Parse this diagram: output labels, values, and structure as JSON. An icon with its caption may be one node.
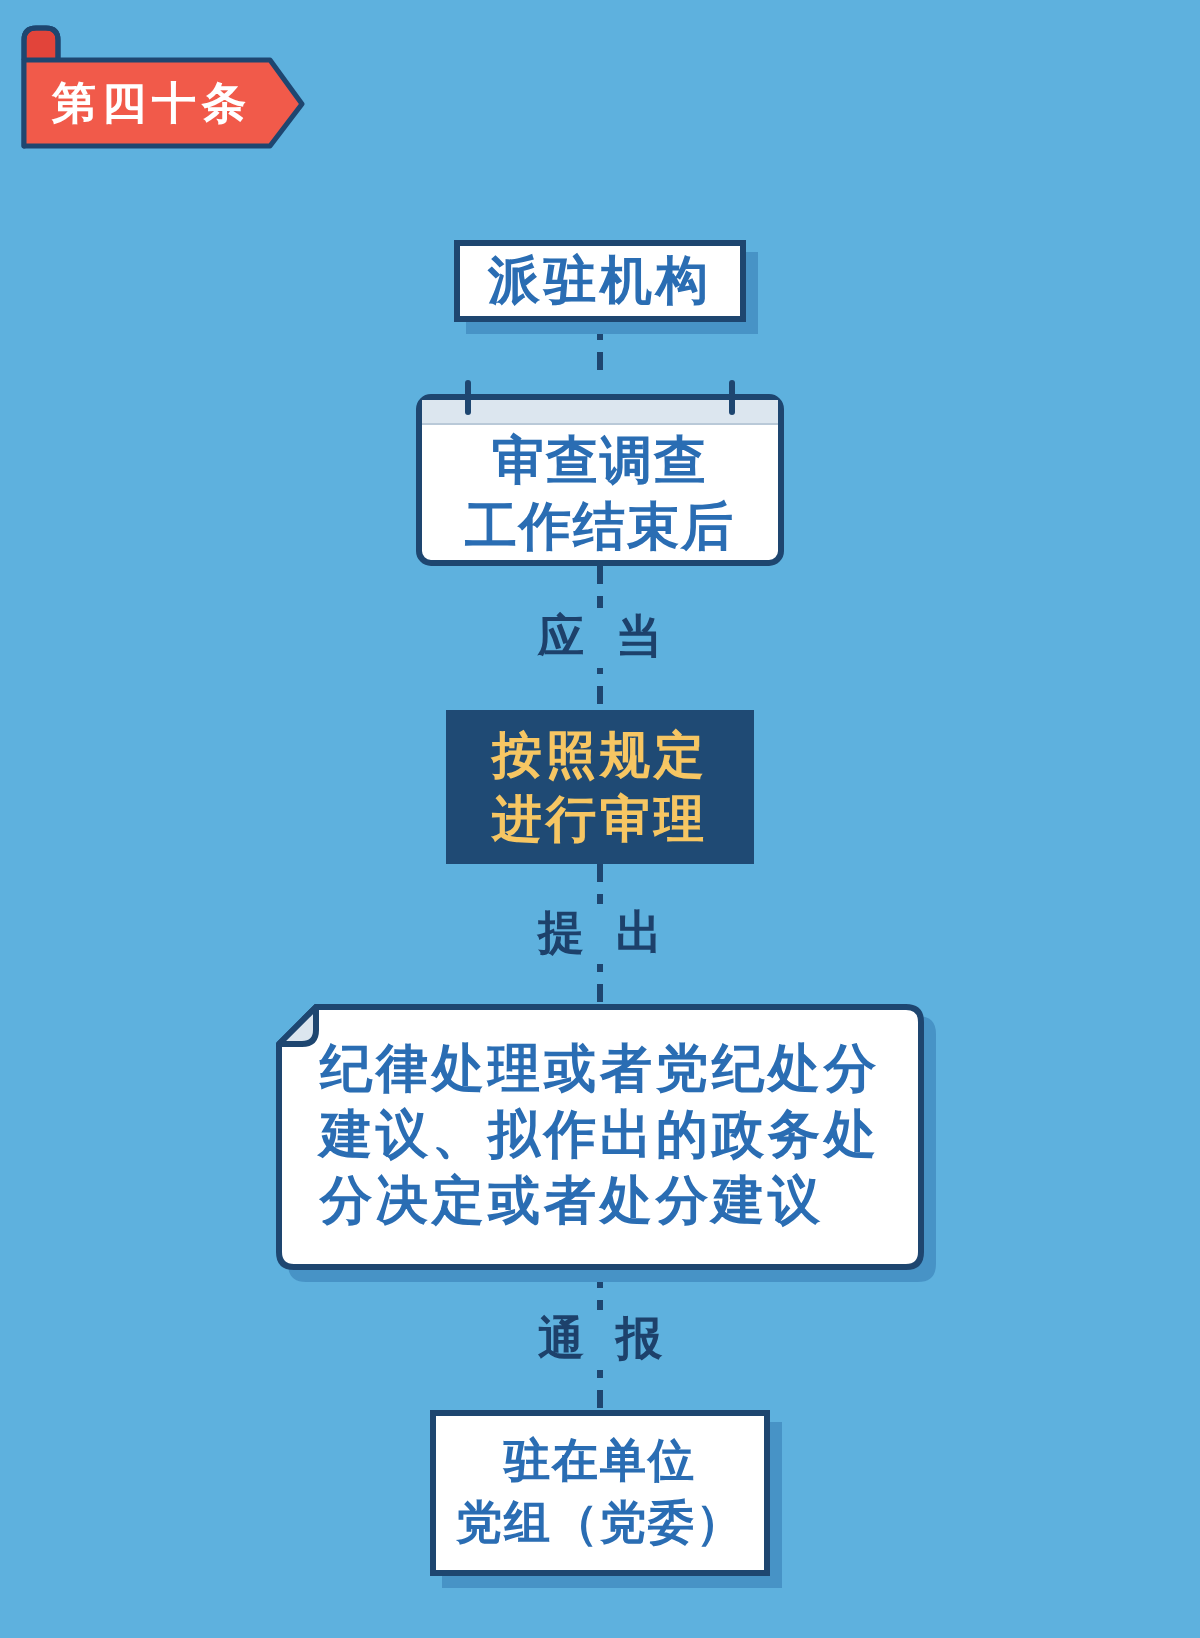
{
  "diagram": {
    "title": "第四十条",
    "nodes": [
      {
        "text": [
          "派驻机构"
        ]
      },
      {
        "text": [
          "审查调查工作结束后"
        ]
      },
      {
        "text": [
          "按照规定进行审理"
        ]
      },
      {
        "text": [
          "纪律处理或者党纪处分建议、拟作出的政务处分决定或者处分建议"
        ]
      },
      {
        "text": [
          "驻在单位党组（党委）"
        ]
      }
    ],
    "edges": [
      {
        "from": 0,
        "to": 1,
        "arrow": "none",
        "style": "dashed"
      },
      {
        "from": 1,
        "to": 2,
        "arrow": "none",
        "label": "应当",
        "style": "dashed"
      },
      {
        "from": 2,
        "to": 3,
        "arrow": "none",
        "label": "提出",
        "style": "dashed"
      },
      {
        "from": 3,
        "to": 4,
        "arrow": "none",
        "label": "通报",
        "style": "dashed"
      }
    ]
  }
}
